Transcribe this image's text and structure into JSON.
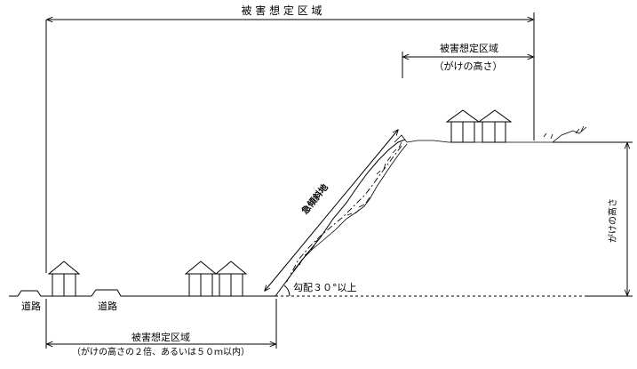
{
  "labels": {
    "zone_total": "被 害 想 定 区 域",
    "zone_top_title": "被害想定区域",
    "zone_top_sub": "（がけの高さ）",
    "steep_slope": "急傾斜地",
    "cliff_height": "がけの高さ",
    "slope_condition": "勾配３０°以上",
    "road_left": "道路",
    "road_mid": "道路",
    "zone_bottom_title": "被害想定区域",
    "zone_bottom_sub": "（がけの高さの２倍、あるいは５０ｍ以内）"
  },
  "icons": {
    "house": "house-icon",
    "arrow": "arrowhead"
  }
}
